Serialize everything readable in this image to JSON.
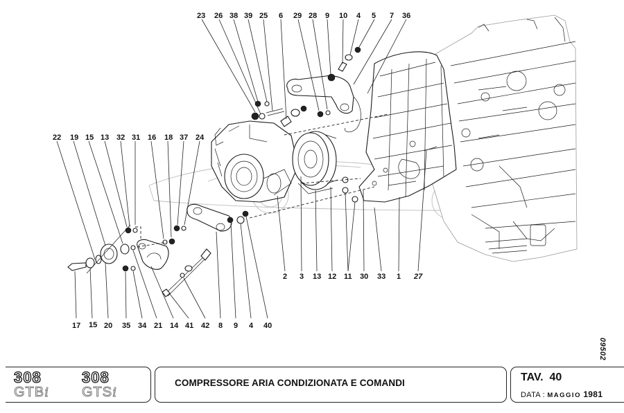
{
  "drawing": {
    "type": "exploded parts diagram",
    "subject": "air conditioning compressor and controls",
    "drawing_number": "09502",
    "callouts_top": [
      "23",
      "26",
      "38",
      "39",
      "25",
      "6",
      "29",
      "28",
      "9",
      "10",
      "4",
      "5",
      "7",
      "36"
    ],
    "callouts_upper_left": [
      "22",
      "19",
      "15",
      "13",
      "32",
      "31",
      "16",
      "18",
      "37",
      "24"
    ],
    "callouts_bottom_left": [
      "17",
      "15",
      "20",
      "35",
      "34",
      "21",
      "14",
      "41",
      "42",
      "8",
      "9",
      "4",
      "40"
    ],
    "callouts_bottom_right": [
      "2",
      "3",
      "13",
      "12",
      "11",
      "30",
      "33",
      "1",
      "27"
    ]
  },
  "title_block": {
    "models": [
      {
        "number": "308",
        "name": "GTB",
        "suffix": "i"
      },
      {
        "number": "308",
        "name": "GTS",
        "suffix": "i"
      }
    ],
    "title": "COMPRESSORE ARIA CONDIZIONATA E COMANDI",
    "plate_label": "TAV.",
    "plate_number": "40",
    "date_label": "DATA :",
    "date_month": "MAGGIO",
    "date_year": "1981"
  }
}
